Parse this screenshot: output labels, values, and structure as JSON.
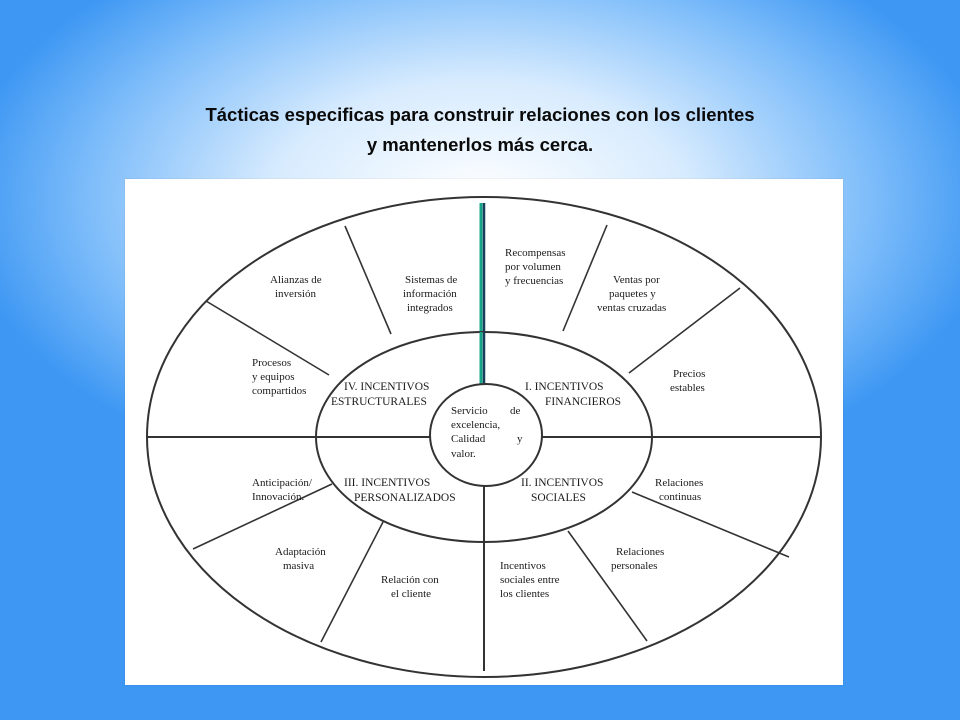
{
  "slide": {
    "title_lines": [
      "Tácticas especificas para construir relaciones con los clientes",
      "y mantenerlos más cerca."
    ]
  },
  "diagram": {
    "center": [
      "Servicio",
      "de",
      "excelencia,",
      "Calidad",
      "y",
      "valor."
    ],
    "inner_ring": {
      "financieros": [
        "I. INCENTIVOS",
        "FINANCIEROS"
      ],
      "sociales": [
        "II. INCENTIVOS",
        "SOCIALES"
      ],
      "personalizados": [
        "III. INCENTIVOS",
        "PERSONALIZADOS"
      ],
      "estructurales": [
        "IV. INCENTIVOS",
        "ESTRUCTURALES"
      ]
    },
    "outer_segments": {
      "recompensas": [
        "Recompensas",
        "por volumen",
        "y frecuencias"
      ],
      "ventas": [
        "Ventas por",
        "paquetes y",
        "ventas cruzadas"
      ],
      "precios": [
        "Precios",
        "estables"
      ],
      "relaciones_continuas": [
        "Relaciones",
        "continuas"
      ],
      "relaciones_personales": [
        "Relaciones",
        "personales"
      ],
      "incentivos_sociales": [
        "Incentivos",
        "sociales entre",
        "los clientes"
      ],
      "relacion_cliente": [
        "Relación con",
        "el cliente"
      ],
      "adaptacion": [
        "Adaptación",
        "masiva"
      ],
      "anticipacion": [
        "Anticipación/",
        "Innovación."
      ],
      "procesos": [
        "Procesos",
        "y equipos",
        "compartidos"
      ],
      "alianzas": [
        "Alianzas de",
        "inversión"
      ],
      "sistemas": [
        "Sistemas de",
        "información",
        "integrados"
      ]
    },
    "colors": {
      "divider_highlight": "#17a589",
      "line": "#333333"
    }
  }
}
